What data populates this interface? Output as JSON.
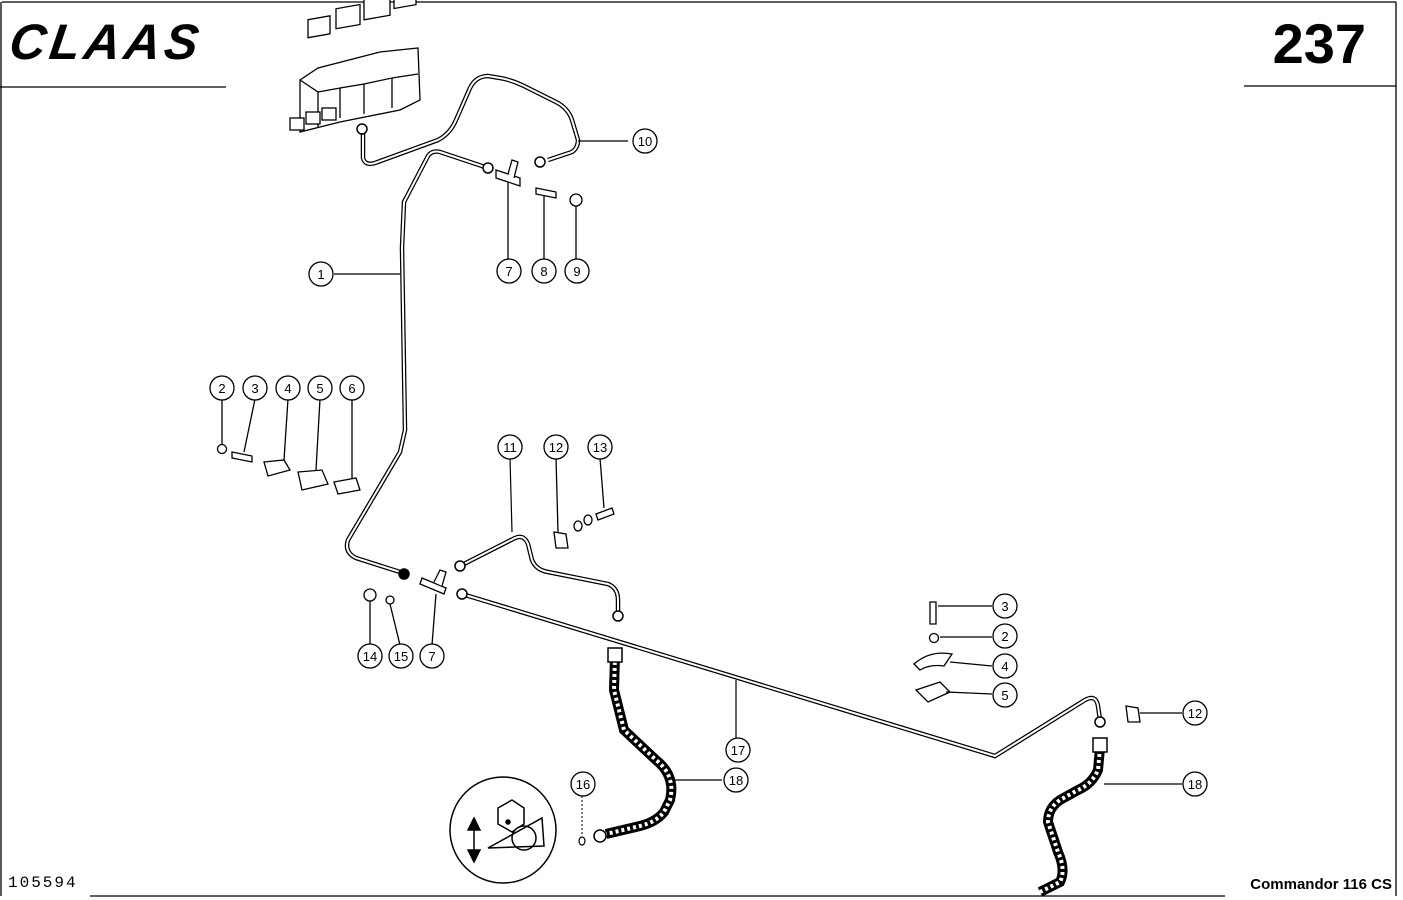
{
  "header": {
    "brand": "CLAAS",
    "page_number": "237"
  },
  "footer": {
    "drawing_number": "105594",
    "model": "Commandor 116 CS"
  },
  "callouts": [
    {
      "id": "c1",
      "label": "1"
    },
    {
      "id": "c2a",
      "label": "2"
    },
    {
      "id": "c3a",
      "label": "3"
    },
    {
      "id": "c4a",
      "label": "4"
    },
    {
      "id": "c5a",
      "label": "5"
    },
    {
      "id": "c6",
      "label": "6"
    },
    {
      "id": "c7a",
      "label": "7"
    },
    {
      "id": "c8",
      "label": "8"
    },
    {
      "id": "c9",
      "label": "9"
    },
    {
      "id": "c10",
      "label": "10"
    },
    {
      "id": "c11",
      "label": "11"
    },
    {
      "id": "c12a",
      "label": "12"
    },
    {
      "id": "c13",
      "label": "13"
    },
    {
      "id": "c14",
      "label": "14"
    },
    {
      "id": "c15",
      "label": "15"
    },
    {
      "id": "c7b",
      "label": "7"
    },
    {
      "id": "c3b",
      "label": "3"
    },
    {
      "id": "c2b",
      "label": "2"
    },
    {
      "id": "c4b",
      "label": "4"
    },
    {
      "id": "c5b",
      "label": "5"
    },
    {
      "id": "c12b",
      "label": "12"
    },
    {
      "id": "c17",
      "label": "17"
    },
    {
      "id": "c18a",
      "label": "18"
    },
    {
      "id": "c16",
      "label": "16"
    },
    {
      "id": "c18b",
      "label": "18"
    }
  ]
}
